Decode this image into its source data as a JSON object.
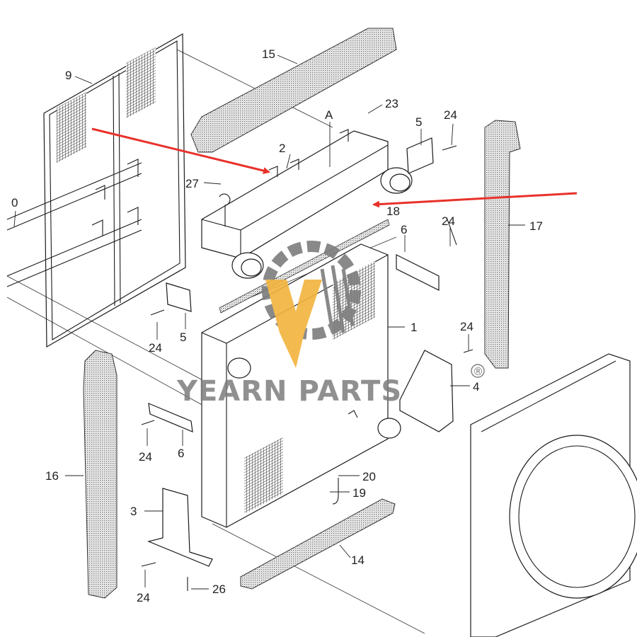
{
  "watermark": {
    "brand": "YEARN PARTS",
    "registered_mark": "®"
  },
  "colors": {
    "arrow": "#e8312a",
    "watermark_gray": "#7d7d7d",
    "watermark_yellow": "#f2b33d",
    "foam": "#8a8a8a"
  },
  "callouts": [
    {
      "id": "c0",
      "text": "0"
    },
    {
      "id": "c1",
      "text": "1"
    },
    {
      "id": "c2",
      "text": "2"
    },
    {
      "id": "c3",
      "text": "3"
    },
    {
      "id": "c4",
      "text": "4"
    },
    {
      "id": "c5a",
      "text": "5"
    },
    {
      "id": "c5b",
      "text": "5"
    },
    {
      "id": "c6a",
      "text": "6"
    },
    {
      "id": "c6b",
      "text": "6"
    },
    {
      "id": "c9",
      "text": "9"
    },
    {
      "id": "c14",
      "text": "14"
    },
    {
      "id": "c15",
      "text": "15"
    },
    {
      "id": "c16",
      "text": "16"
    },
    {
      "id": "c17",
      "text": "17"
    },
    {
      "id": "c18",
      "text": "18"
    },
    {
      "id": "c19",
      "text": "19"
    },
    {
      "id": "c20",
      "text": "20"
    },
    {
      "id": "c23",
      "text": "23"
    },
    {
      "id": "c24a",
      "text": "24"
    },
    {
      "id": "c24b",
      "text": "24"
    },
    {
      "id": "c24c",
      "text": "24"
    },
    {
      "id": "c24d",
      "text": "24"
    },
    {
      "id": "c24e",
      "text": "24"
    },
    {
      "id": "c24f",
      "text": "24"
    },
    {
      "id": "c26",
      "text": "26"
    },
    {
      "id": "c27",
      "text": "27"
    },
    {
      "id": "cA",
      "text": "A"
    }
  ]
}
